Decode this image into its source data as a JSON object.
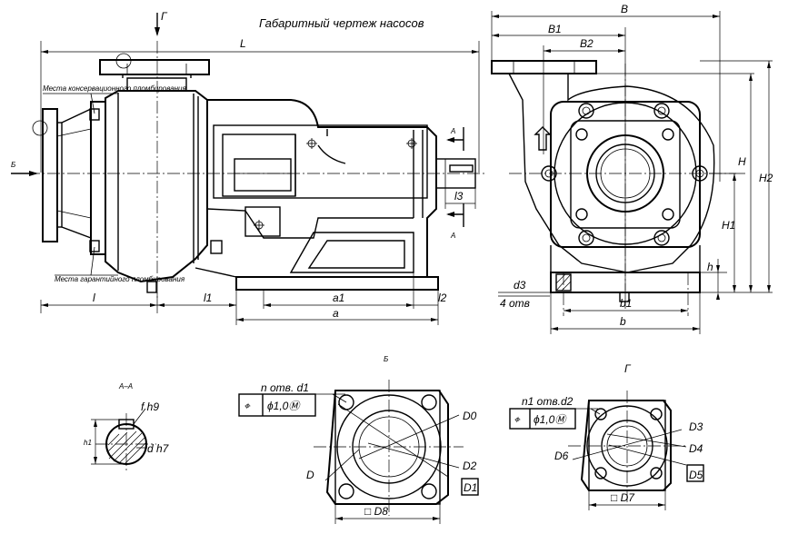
{
  "title": "Габаритный чертеж насосов",
  "side_view": {
    "arrow_top_label": "Г",
    "arrow_left_label": "Б",
    "overall_length_label": "L",
    "note_upper": "Места консервационного пломбирования",
    "note_lower": "Места гарантийного пломбирования",
    "dim_l": "l",
    "dim_l1": "l1",
    "dim_l2": "l2",
    "dim_l3": "l3",
    "dim_a1": "a1",
    "dim_a": "a",
    "section_mark": "A"
  },
  "front_view": {
    "dim_B": "B",
    "dim_B1": "B1",
    "dim_B2": "B2",
    "dim_H": "H",
    "dim_H1": "H1",
    "dim_H2": "H2",
    "dim_h": "h",
    "dim_d3": "d3",
    "holes_note": "4 отв",
    "dim_b1": "b1",
    "dim_b": "b"
  },
  "section_aa": {
    "title": "А–А",
    "dim_h1": "h1",
    "fit_f": "f h9",
    "fit_d": "d h7"
  },
  "flange_b": {
    "title": "Б",
    "holes_note": "n отв. d1",
    "tolerance_symbol": "⌖",
    "tolerance_value": "ϕ1,0Ⓜ",
    "dim_D0": "D0",
    "dim_D2": "D2",
    "dim_D1": "D1",
    "dim_D": "D",
    "dim_D8": "□ D8"
  },
  "flange_g": {
    "title": "Г",
    "holes_note": "n1 отв.d2",
    "tolerance_symbol": "⌖",
    "tolerance_value": "ϕ1,0Ⓜ",
    "dim_D3": "D3",
    "dim_D4": "D4",
    "dim_D5": "D5",
    "dim_D6": "D6",
    "dim_D7": "□ D7"
  }
}
